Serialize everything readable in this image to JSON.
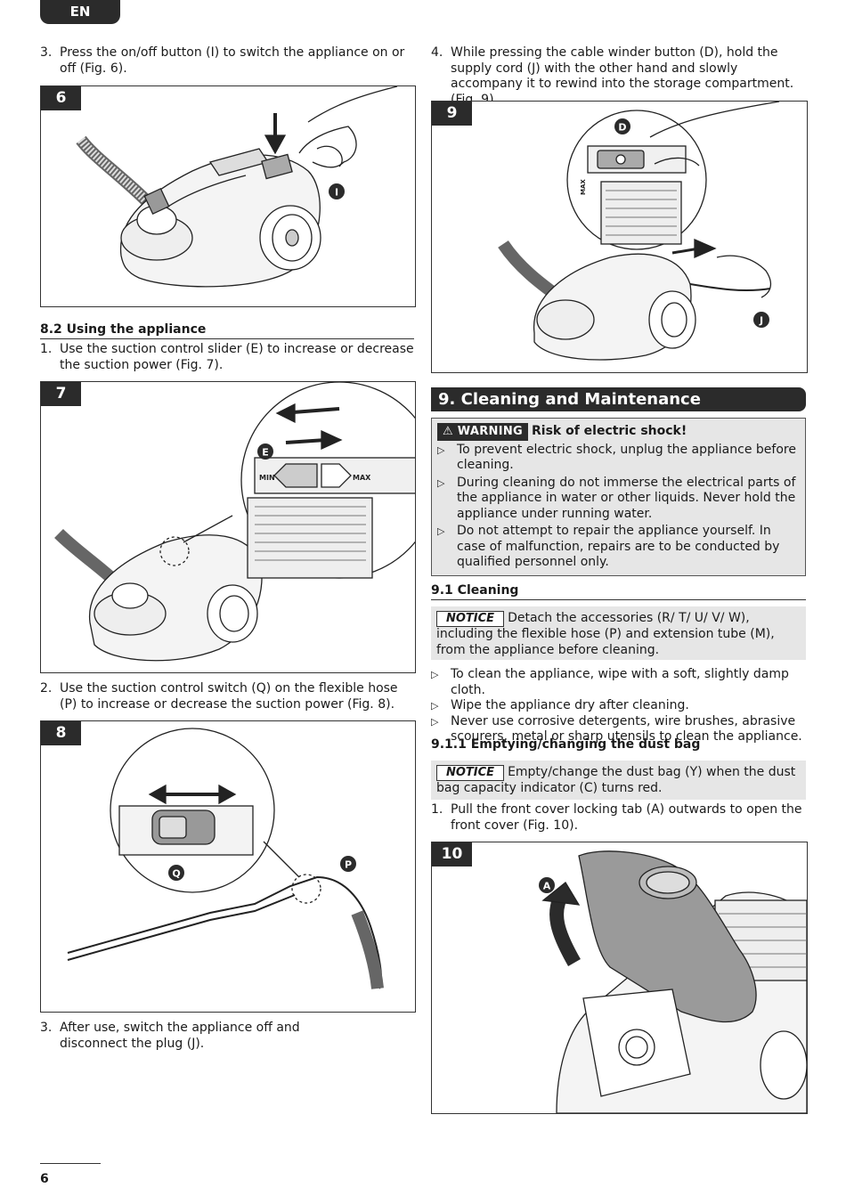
{
  "header": {
    "lang": "EN"
  },
  "left": {
    "step3a": {
      "num": "3.",
      "text": "Press the on/off button (I) to switch the appliance on or off (Fig. 6)."
    },
    "fig6": {
      "num": "6",
      "callout": "I"
    },
    "using_heading": "8.2 Using the appliance",
    "step1": {
      "num": "1.",
      "text": "Use the suction control slider (E) to increase or decrease the suction power (Fig. 7)."
    },
    "fig7": {
      "num": "7",
      "callout": "E",
      "min": "MIN",
      "max": "MAX"
    },
    "step2": {
      "num": "2.",
      "text": "Use the suction control switch (Q) on the flexible hose (P) to increase or decrease the suction power (Fig. 8)."
    },
    "fig8": {
      "num": "8",
      "callout_q": "Q",
      "callout_p": "P"
    },
    "step3b": {
      "num": "3.",
      "text": "After use, switch the appliance off and disconnect the plug (J)."
    }
  },
  "right": {
    "step4": {
      "num": "4.",
      "text": "While pressing the cable winder button (D), hold the supply cord (J) with the other hand and slowly accompany it to rewind into the storage compartment. (Fig. 9)."
    },
    "fig9": {
      "num": "9",
      "callout_d": "D",
      "callout_j": "J",
      "max": "MAX"
    },
    "section_title": "9. Cleaning and Maintenance",
    "warning": {
      "label": "WARNING",
      "title": "Risk of electric shock!",
      "items": [
        "To prevent electric shock, unplug the appliance before cleaning.",
        "During cleaning do not immerse the electrical parts of the appliance in water or other liquids. Never hold the appliance under running water.",
        "Do not attempt to repair the appliance yourself. In case of malfunction, repairs are to be conducted by qualified personnel only."
      ]
    },
    "cleaning_heading": "9.1 Cleaning",
    "notice1": {
      "label": "NOTICE",
      "text": "Detach the accessories (R/ T/ U/ V/ W), including the flexible hose (P) and extension tube (M), from the appliance before cleaning."
    },
    "clean_items": [
      "To clean the appliance, wipe with a soft, slightly damp cloth.",
      "Wipe the appliance dry after cleaning.",
      "Never use corrosive detergents, wire brushes, abrasive scourers, metal or sharp utensils to clean the appliance."
    ],
    "dustbag_heading": "9.1.1 Emptying/changing the dust bag",
    "notice2": {
      "label": "NOTICE",
      "text": "Empty/change the dust bag (Y) when the dust bag capacity indicator (C) turns red."
    },
    "step1": {
      "num": "1.",
      "text": "Pull the front cover locking tab (A) outwards to open the front cover (Fig. 10)."
    },
    "fig10": {
      "num": "10",
      "callout": "A"
    }
  },
  "footer": {
    "page": "6"
  }
}
